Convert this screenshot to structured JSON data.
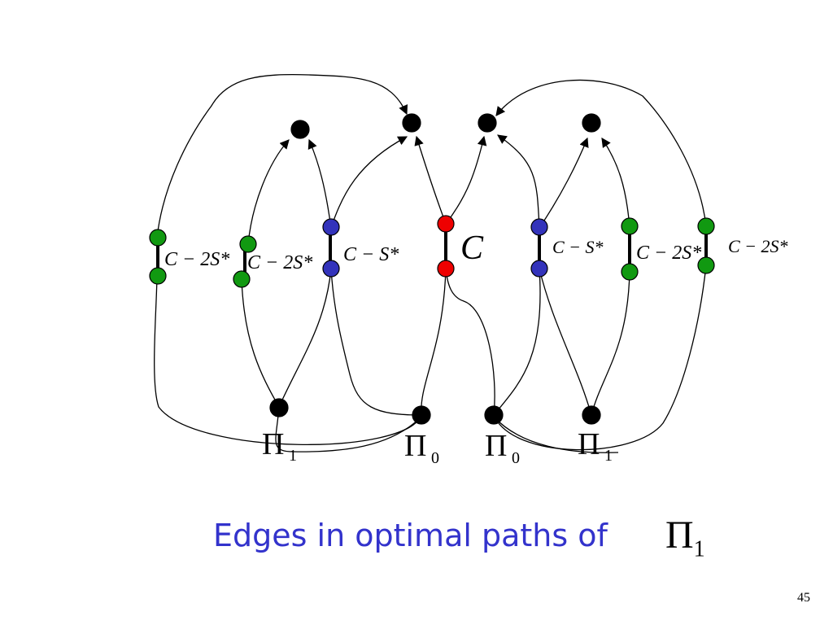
{
  "nodes": {
    "pi1_left": "Π",
    "pi1_left_sub": "1",
    "pi0_left": "Π",
    "pi0_left_sub": "0",
    "pi0_right": "Π",
    "pi0_right_sub": "0",
    "pi1_right": "Π",
    "pi1_right_sub": "1"
  },
  "edge_labels": {
    "left_outer": "C − 2S*",
    "left_inner": "C − 2S*",
    "left_blue": "C − S*",
    "center": "C",
    "right_blue": "C − S*",
    "right_inner": "C − 2S*",
    "right_outer": "C − 2S*"
  },
  "caption": {
    "text": "Edges in optimal paths of",
    "pi": "Π",
    "pi_sub": "1"
  },
  "page_number": "45",
  "colors": {
    "green": "#119911",
    "blue": "#3333bb",
    "red": "#ee0000",
    "black": "#000000",
    "caption": "#3333cc"
  }
}
